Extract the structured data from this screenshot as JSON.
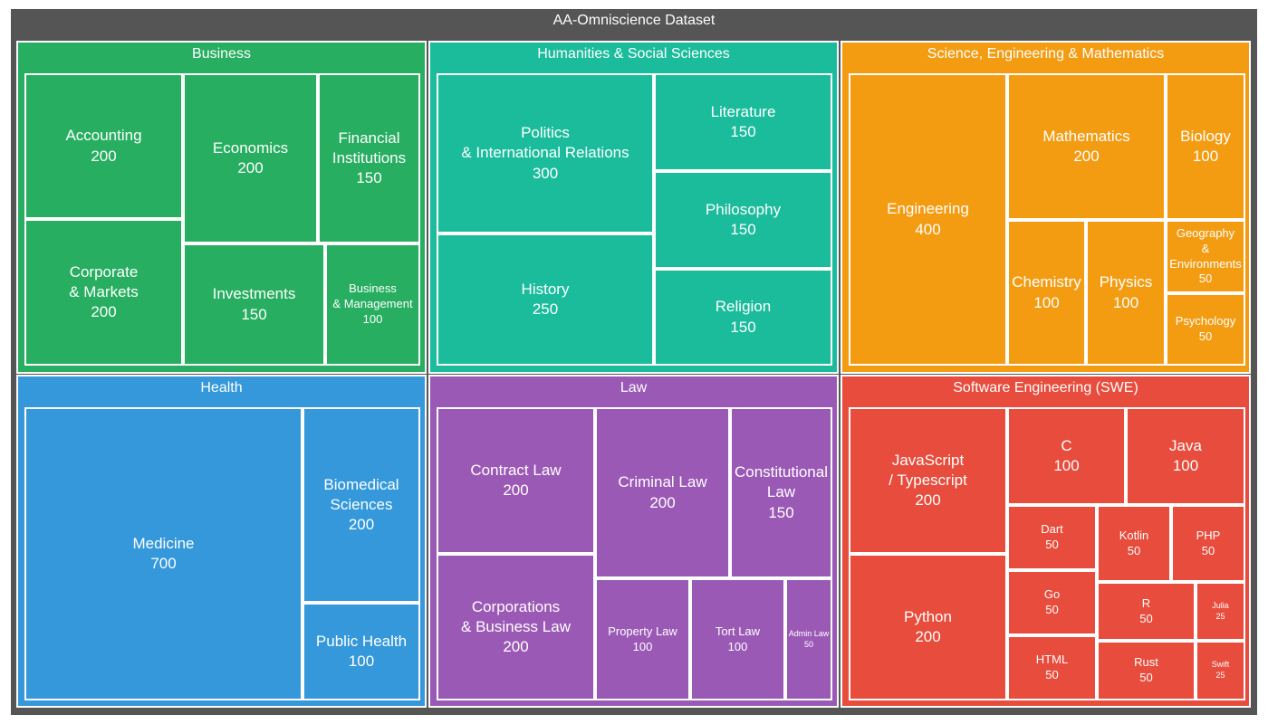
{
  "chart_data": {
    "type": "treemap",
    "title": "AA-Omniscience Dataset",
    "groups": [
      {
        "name": "Business",
        "color": "#27ae60",
        "items": [
          {
            "label": "Accounting",
            "value": 200
          },
          {
            "label": "Corporate\n& Markets",
            "value": 200
          },
          {
            "label": "Economics",
            "value": 200
          },
          {
            "label": "Investments",
            "value": 150
          },
          {
            "label": "Financial\nInstitutions",
            "value": 150
          },
          {
            "label": "Business\n& Management",
            "value": 100
          }
        ]
      },
      {
        "name": "Humanities & Social Sciences",
        "color": "#1abc9c",
        "items": [
          {
            "label": "Politics\n& International Relations",
            "value": 300
          },
          {
            "label": "History",
            "value": 250
          },
          {
            "label": "Literature",
            "value": 150
          },
          {
            "label": "Philosophy",
            "value": 150
          },
          {
            "label": "Religion",
            "value": 150
          }
        ]
      },
      {
        "name": "Science, Engineering & Mathematics",
        "color": "#f39c12",
        "items": [
          {
            "label": "Engineering",
            "value": 400
          },
          {
            "label": "Mathematics",
            "value": 200
          },
          {
            "label": "Chemistry",
            "value": 100
          },
          {
            "label": "Physics",
            "value": 100
          },
          {
            "label": "Biology",
            "value": 100
          },
          {
            "label": "Geography\n& Environments",
            "value": 50
          },
          {
            "label": "Psychology",
            "value": 50
          }
        ]
      },
      {
        "name": "Health",
        "color": "#3498db",
        "items": [
          {
            "label": "Medicine",
            "value": 700
          },
          {
            "label": "Biomedical\nSciences",
            "value": 200
          },
          {
            "label": "Public Health",
            "value": 100
          }
        ]
      },
      {
        "name": "Law",
        "color": "#9b59b6",
        "items": [
          {
            "label": "Contract Law",
            "value": 200
          },
          {
            "label": "Corporations\n& Business Law",
            "value": 200
          },
          {
            "label": "Criminal Law",
            "value": 200
          },
          {
            "label": "Constitutional\nLaw",
            "value": 150
          },
          {
            "label": "Property Law",
            "value": 100
          },
          {
            "label": "Tort Law",
            "value": 100
          },
          {
            "label": "Admin Law",
            "value": 50
          }
        ]
      },
      {
        "name": "Software Engineering (SWE)",
        "color": "#e74c3c",
        "items": [
          {
            "label": "JavaScript\n/ Typescript",
            "value": 200
          },
          {
            "label": "Python",
            "value": 200
          },
          {
            "label": "C",
            "value": 100
          },
          {
            "label": "Java",
            "value": 100
          },
          {
            "label": "Dart",
            "value": 50
          },
          {
            "label": "Go",
            "value": 50
          },
          {
            "label": "HTML",
            "value": 50
          },
          {
            "label": "Kotlin",
            "value": 50
          },
          {
            "label": "PHP",
            "value": 50
          },
          {
            "label": "R",
            "value": 50
          },
          {
            "label": "Rust",
            "value": 50
          },
          {
            "label": "Julia",
            "value": 25
          },
          {
            "label": "Swift",
            "value": 25
          }
        ]
      }
    ]
  }
}
